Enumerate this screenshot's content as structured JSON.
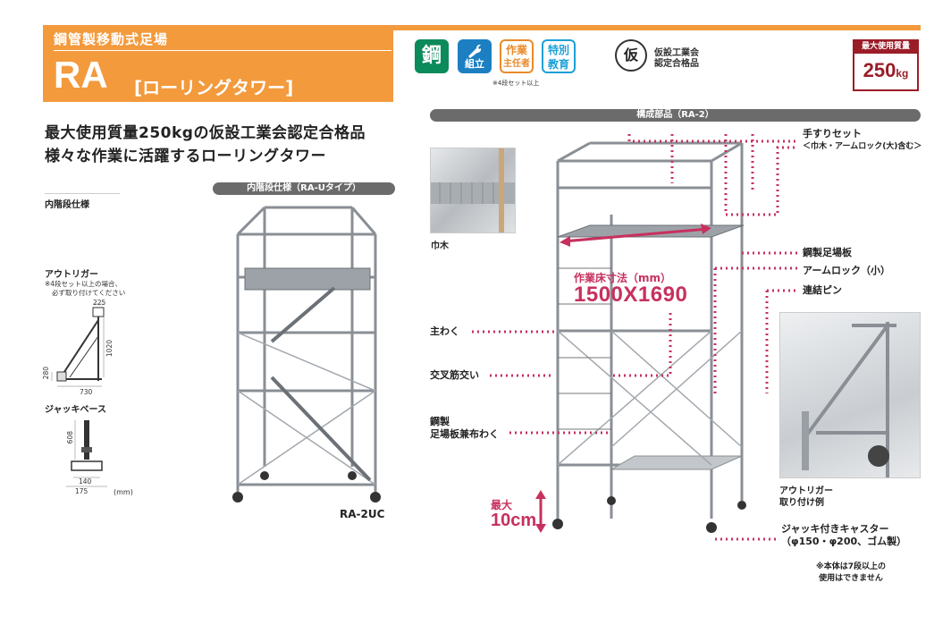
{
  "header": {
    "series": "鋼管製移動式足場",
    "model": "RA",
    "model_sub": "[ローリングタワー]"
  },
  "badges": {
    "steel": "鋼",
    "assembly": "組立",
    "chief_line1": "作業",
    "chief_line2": "主任者",
    "training_line1": "特別",
    "training_line2": "教育",
    "note": "※4段セット以上",
    "cert_mark": "仮",
    "cert_line1": "仮設工業会",
    "cert_line2": "認定合格品"
  },
  "max_load": {
    "title": "最大使用質量",
    "value": "250",
    "unit": "kg"
  },
  "headlines": {
    "line1": "最大使用質量250kgの仮設工業会認定合格品",
    "line2": "様々な作業に活躍するローリングタワー"
  },
  "sections": {
    "inner": "内階段仕様（RA-Uタイプ）",
    "parts": "構成部品（RA-2）"
  },
  "spec": {
    "inner_title": "内階段仕様",
    "outrigger_title": "アウトリガー",
    "outrigger_note1": "※4段セット以上の場合、",
    "outrigger_note2": "必ず取り付けてください",
    "dims_outrigger": [
      "225",
      "1020",
      "280",
      "730"
    ],
    "jack_title": "ジャッキベース",
    "dims_jack": [
      "608",
      "140",
      "175"
    ],
    "unit": "(mm)"
  },
  "model_code": "RA-2UC",
  "callouts": {
    "handrail_title": "手すりセット",
    "handrail_sub": "＜巾木・アームロック(大)含む＞",
    "steel_deck": "鋼製足場板",
    "armlock": "アームロック（小）",
    "pin": "連結ピン",
    "main_frame": "主わく",
    "cross_brace": "交叉筋交い",
    "deck_frame_1": "鋼製",
    "deck_frame_2": "足場板兼布わく",
    "caster_title": "ジャッキ付きキャスター",
    "caster_sub": "（φ150・φ200、ゴム製）"
  },
  "work_floor": {
    "label": "作業床寸法（mm）",
    "value": "1500X1690"
  },
  "adjust": {
    "label": "最大",
    "value": "10cm"
  },
  "photos": {
    "skirting": "巾木",
    "outrigger_line1": "アウトリガー",
    "outrigger_line2": "取り付け例"
  },
  "footnote": {
    "line1": "※本体は7段以上の",
    "line2": "使用はできません"
  },
  "colors": {
    "banner": "#f39a3d",
    "accent_red": "#c7315e",
    "load_red": "#9a1d28",
    "steel_green": "#0b8a5b",
    "assembly_blue": "#1c7fc1"
  }
}
